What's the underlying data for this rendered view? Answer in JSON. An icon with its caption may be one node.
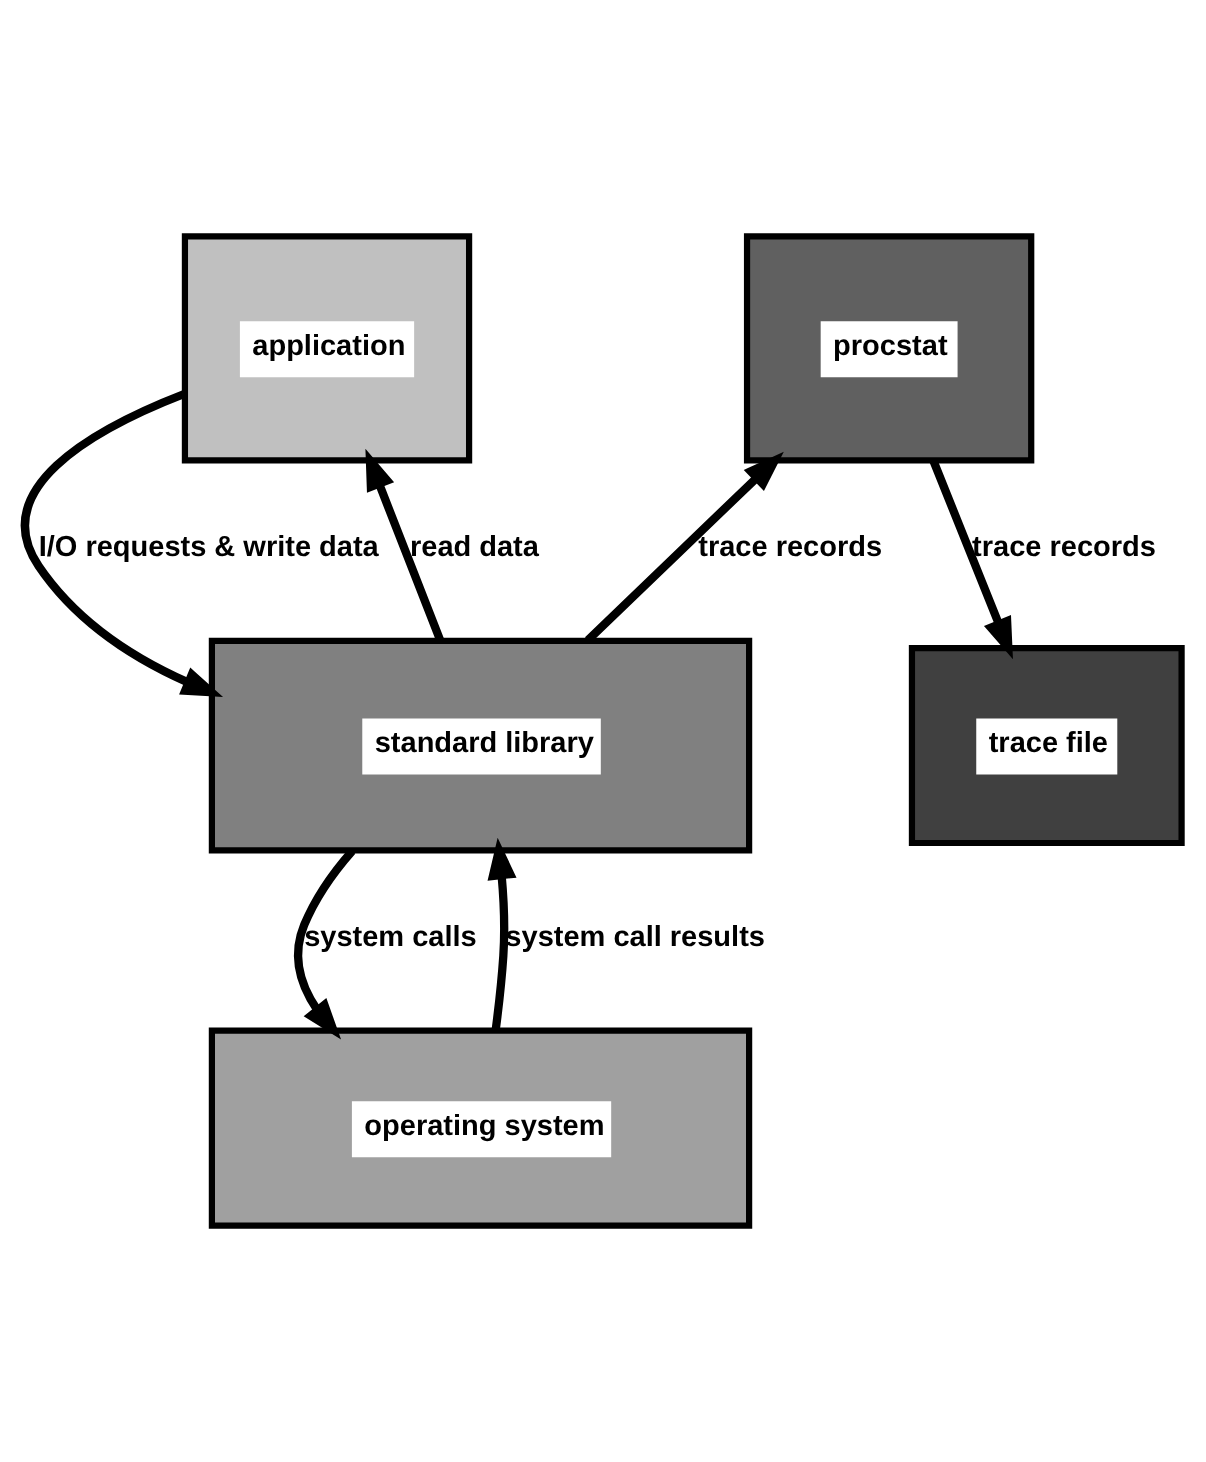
{
  "diagram": {
    "nodes": [
      {
        "text": [
          "application"
        ]
      },
      {
        "text": [
          "procstat"
        ]
      },
      {
        "text": [
          "standard library"
        ]
      },
      {
        "text": [
          "trace file"
        ]
      },
      {
        "text": [
          "operating system"
        ]
      }
    ],
    "edges": [
      {
        "from": 2,
        "to": 0,
        "arrow": "to",
        "label": "read data"
      },
      {
        "from": 0,
        "to": 2,
        "arrow": "to",
        "label": "I/O requests & write data"
      },
      {
        "from": 2,
        "to": 1,
        "arrow": "to",
        "label": "trace records"
      },
      {
        "from": 1,
        "to": 3,
        "arrow": "to",
        "label": "trace records"
      },
      {
        "from": 4,
        "to": 2,
        "arrow": "to",
        "label": "system call results"
      },
      {
        "from": 2,
        "to": 4,
        "arrow": "to",
        "label": "system calls"
      }
    ]
  }
}
